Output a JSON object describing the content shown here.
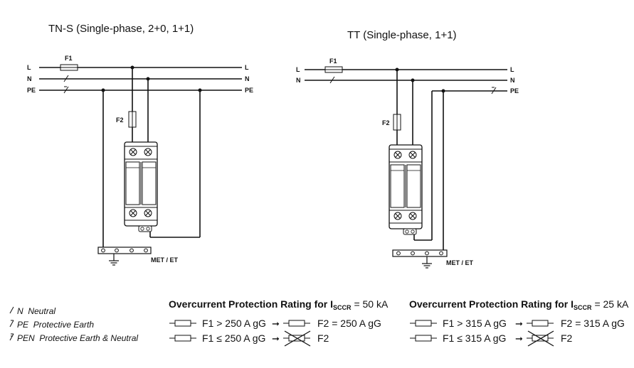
{
  "diagrams": [
    {
      "title": "TN-S (Single-phase, 2+0, 1+1)",
      "lines": [
        "L",
        "N",
        "PE"
      ],
      "fuse1": "F1",
      "fuse2": "F2",
      "bar_label": "MET / ET"
    },
    {
      "title": "TT (Single-phase, 1+1)",
      "lines": [
        "L",
        "N",
        "PE"
      ],
      "fuse1": "F1",
      "fuse2": "F2",
      "bar_label": "MET / ET"
    }
  ],
  "legend": [
    {
      "symbol": "N",
      "text": "Neutral"
    },
    {
      "symbol": "PE",
      "text": "Protective Earth"
    },
    {
      "symbol": "PEN",
      "text": "Protective Earth & Neutral"
    }
  ],
  "ratings": [
    {
      "heading": "Overcurrent Protection Rating for I",
      "heading_sub": "SCCR",
      "heading_value": " = 50 kA",
      "row1_f1": "F1  >  250 A gG",
      "row1_f2": "F2  =  250 A gG",
      "row2_f1": "F1  ≤  250 A gG",
      "row2_f2": "F2"
    },
    {
      "heading": "Overcurrent Protection Rating for I",
      "heading_sub": "SCCR",
      "heading_value": " = 25 kA",
      "row1_f1": "F1  >  315 A gG",
      "row1_f2": "F2  =  315 A gG",
      "row2_f1": "F1  ≤  315 A gG",
      "row2_f2": "F2"
    }
  ]
}
